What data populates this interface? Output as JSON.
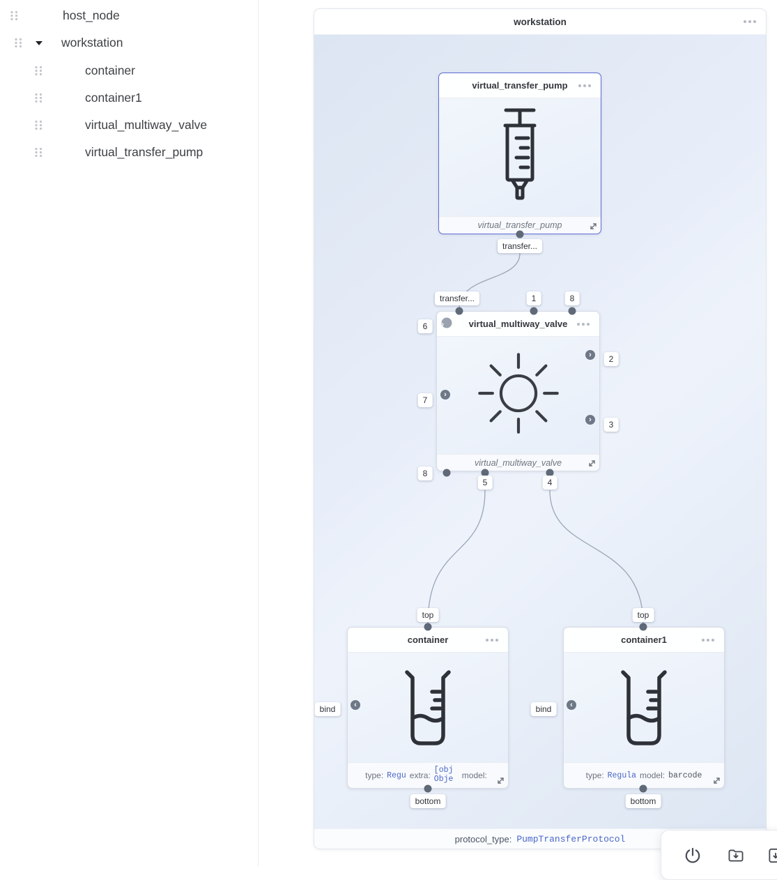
{
  "sidebar": {
    "items": [
      {
        "label": "host_node"
      },
      {
        "label": "workstation"
      },
      {
        "label": "container"
      },
      {
        "label": "container1"
      },
      {
        "label": "virtual_multiway_valve"
      },
      {
        "label": "virtual_transfer_pump"
      }
    ]
  },
  "workstation": {
    "title": "workstation",
    "protocol_label": "protocol_type:",
    "protocol_value": "PumpTransferProtocol"
  },
  "pump": {
    "title": "virtual_transfer_pump",
    "footer": "virtual_transfer_pump",
    "port": "transfer..."
  },
  "valve": {
    "title": "virtual_multiway_valve",
    "footer": "virtual_multiway_valve",
    "ports": {
      "transfer": "transfer...",
      "p1": "1",
      "p2": "2",
      "p3": "3",
      "p4": "4",
      "p5": "5",
      "p6": "6",
      "p7": "7",
      "p8_top": "8",
      "p8_left": "8"
    }
  },
  "container": {
    "title": "container",
    "ports": {
      "top": "top",
      "bottom": "bottom",
      "bind": "bind"
    },
    "fields": {
      "type_label": "type:",
      "type_value": "Regu",
      "extra_label": "extra:",
      "extra_value": "[obj Obje",
      "model_label": "model:",
      "model_value": ""
    }
  },
  "container1": {
    "title": "container1",
    "ports": {
      "top": "top",
      "bottom": "bottom",
      "bind": "bind"
    },
    "fields": {
      "type_label": "type:",
      "type_value": "Regula",
      "model_label": "model:",
      "model_value": "barcode"
    }
  },
  "toolbar": {
    "icons": [
      "power",
      "folder-download",
      "export"
    ]
  },
  "colors": {
    "accent_blue": "#4a67c8",
    "selected_node_border": "#5d6cd3",
    "canvas_blue": "#dfe8f4",
    "port_dot": "#5f6977"
  }
}
